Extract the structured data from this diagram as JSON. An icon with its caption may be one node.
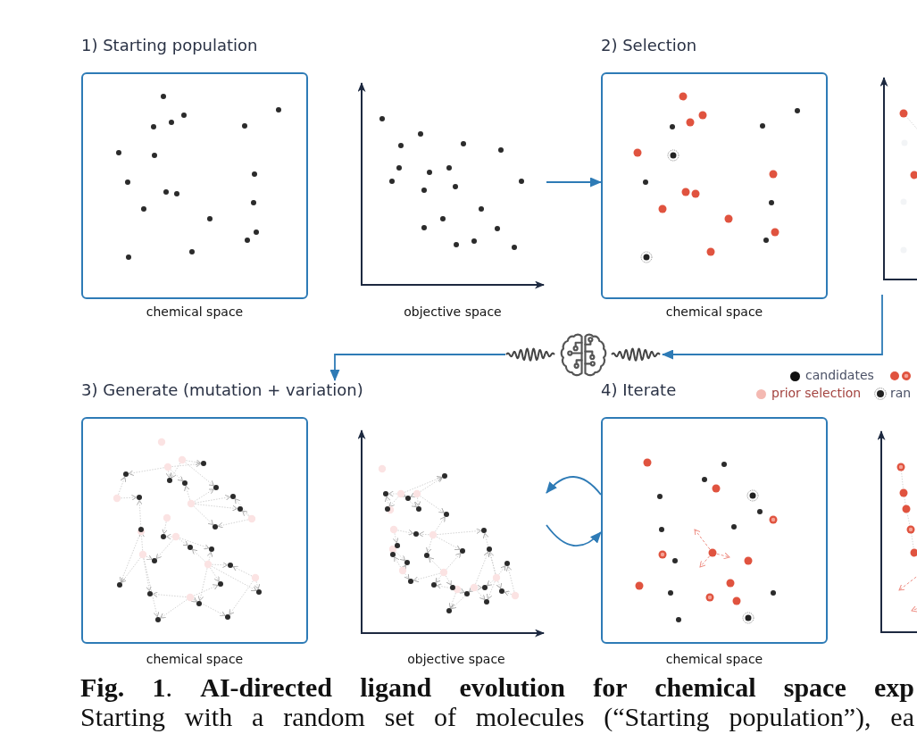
{
  "diagram": {
    "caption": "**Fig. 1**. **AI-directed ligand evolution for chemical space exp** Starting with a random set of molecules (“Starting population”), ea",
    "nodes": [
      {
        "text": [
          "1) Starting population"
        ],
        "beside": [
          "chemical space"
        ]
      },
      {
        "text": [],
        "shape": "picture",
        "beside": [
          "objective space"
        ]
      },
      {
        "text": [
          "2) Selection"
        ],
        "beside": [
          "chemical space"
        ]
      },
      {
        "text": [],
        "shape": "picture"
      },
      {
        "text": [],
        "shape": "picture"
      },
      {
        "text": [
          "3) Generate (mutation + variation)"
        ],
        "beside": [
          "chemical space"
        ]
      },
      {
        "text": [],
        "shape": "picture",
        "beside": [
          "objective space"
        ]
      },
      {
        "text": [
          "4) Iterate"
        ],
        "beside": [
          "chemical space"
        ]
      },
      {
        "text": [],
        "shape": "picture"
      }
    ],
    "edges": [
      {
        "from": 1,
        "to": 2,
        "arrow": "to"
      },
      {
        "from": 3,
        "to": 4,
        "arrow": "to"
      },
      {
        "from": 4,
        "to": 5,
        "arrow": "to"
      },
      {
        "from": 7,
        "to": 6,
        "arrow": "to"
      },
      {
        "from": 6,
        "to": 7,
        "arrow": "to"
      }
    ],
    "legend": [
      {
        "text": "candidates",
        "color": "#111111"
      },
      {
        "text": "prior selection",
        "color": "#f4b9b2"
      },
      {
        "text": "ran"
      }
    ]
  }
}
